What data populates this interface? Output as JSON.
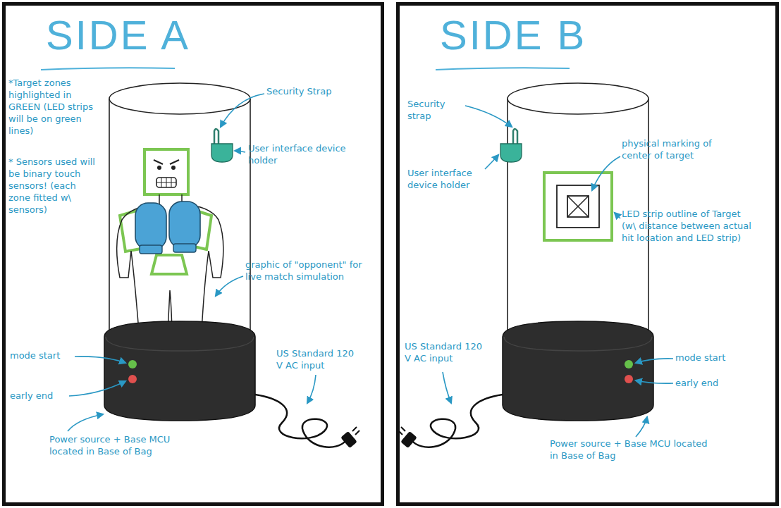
{
  "diagram": {
    "nodes": [
      {
        "text": [
          "SIDE A"
        ]
      },
      {
        "text": [
          "SIDE B"
        ]
      }
    ],
    "labels": [
      "*Target zones highlighted in GREEN (LED strips will be on green lines)",
      "* Sensors used will be binary touch sensors! (each zone fitted w\\ sensors)",
      "Security Strap",
      "User interface device holder",
      "graphic of \"opponent\" for live match simulation",
      "US Standard 120 V AC input",
      "mode start",
      "early end",
      "Power source + Base MCU located in Base of Bag",
      "Security strap",
      "User interface device holder",
      "physical marking of center of target",
      "LED strip outline of Target (w\\ distance between actual hit location and LED strip)",
      "US Standard 120 V AC input",
      "mode start",
      "early end",
      "Power source + Base MCU located in Base of Bag"
    ]
  }
}
